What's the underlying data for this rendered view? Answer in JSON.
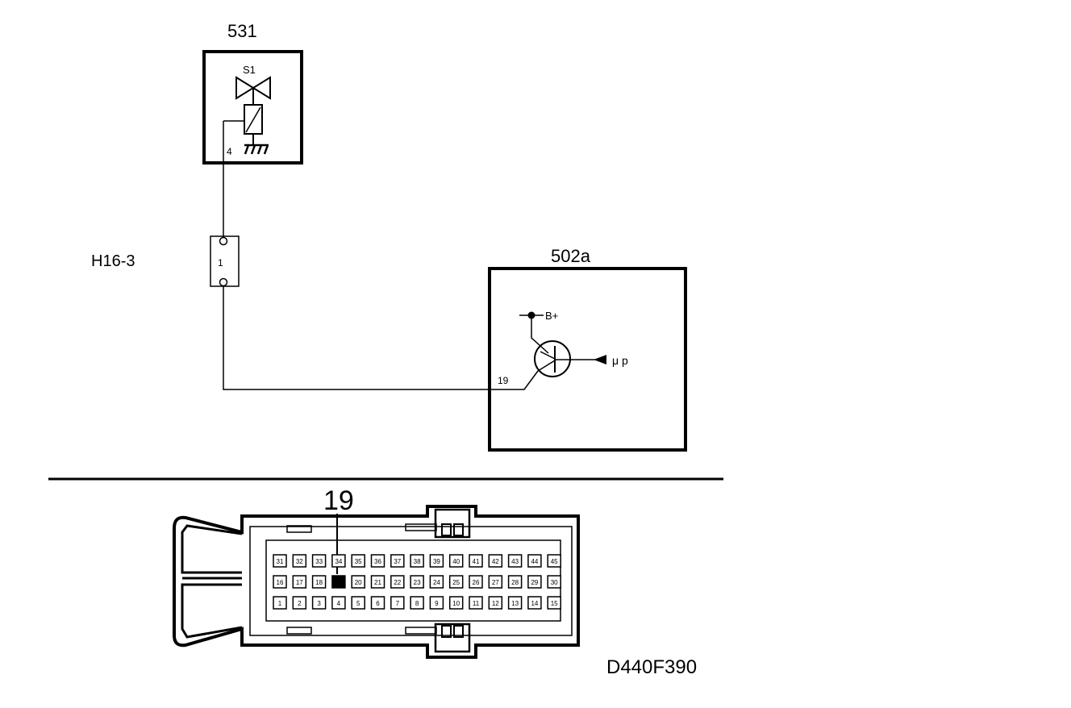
{
  "component_531": {
    "id": "531",
    "valve_label": "S1",
    "pin": "4"
  },
  "connector_h16": {
    "id": "H16-3",
    "pin": "1"
  },
  "module_502a": {
    "id": "502a",
    "supply_label": "B+",
    "control_label": "μ p",
    "pin": "19"
  },
  "connector_face": {
    "highlight_label": "19",
    "rows": [
      [
        "31",
        "32",
        "33",
        "34",
        "35",
        "36",
        "37",
        "38",
        "39",
        "40",
        "41",
        "42",
        "43",
        "44",
        "45"
      ],
      [
        "16",
        "17",
        "18",
        "19",
        "20",
        "21",
        "22",
        "23",
        "24",
        "25",
        "26",
        "27",
        "28",
        "29",
        "30"
      ],
      [
        "1",
        "2",
        "3",
        "4",
        "5",
        "6",
        "7",
        "8",
        "9",
        "10",
        "11",
        "12",
        "13",
        "14",
        "15"
      ]
    ],
    "highlighted_pin": "19"
  },
  "figure_code": "D440F390"
}
